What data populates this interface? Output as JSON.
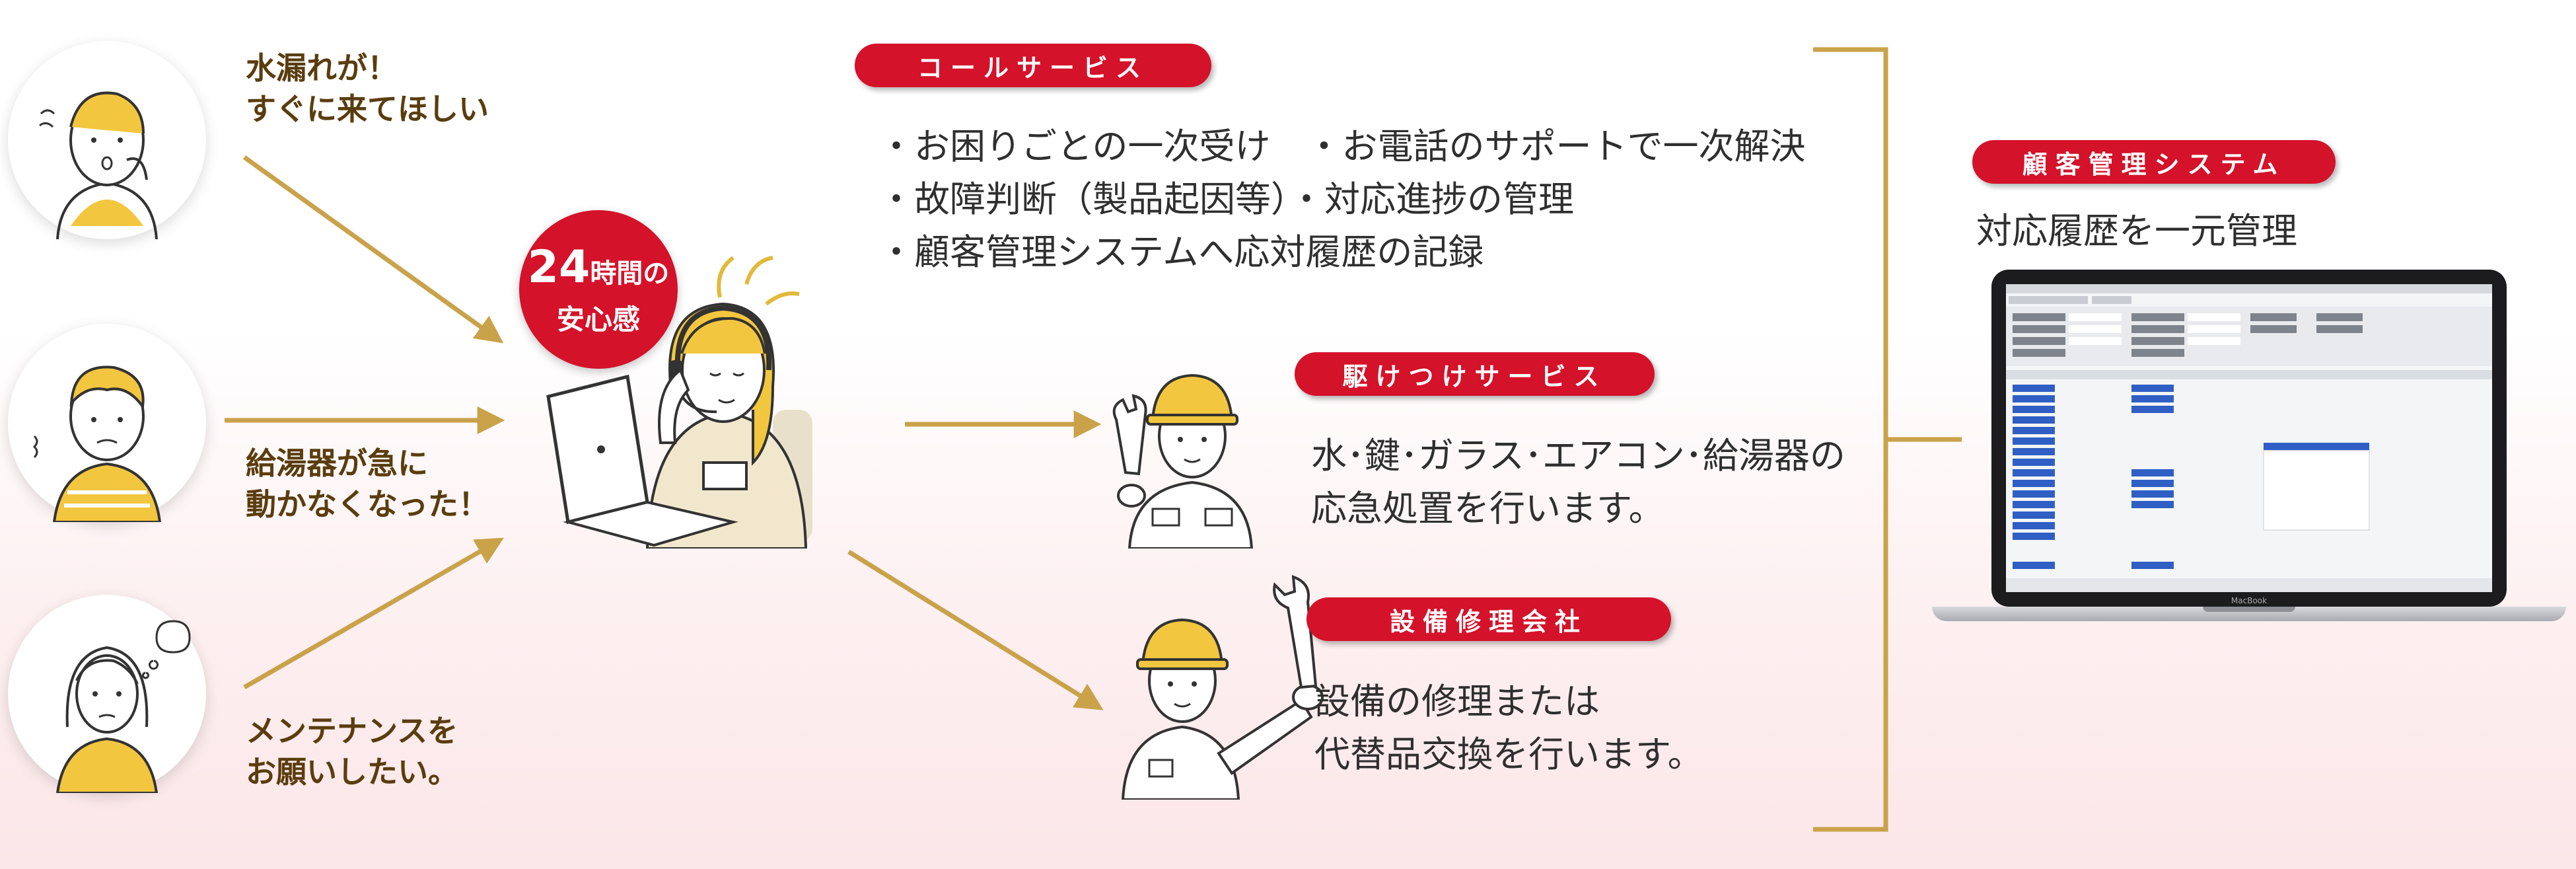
{
  "customers": [
    {
      "line1": "水漏れが！",
      "line2": "すぐに来てほしい"
    },
    {
      "line1": "給湯器が急に",
      "line2": "動かなくなった！"
    },
    {
      "line1": "メンテナンスを",
      "line2": "お願いしたい。"
    }
  ],
  "badge": {
    "hours": "24",
    "hours_suffix": "時間の",
    "line2": "安心感"
  },
  "call_service": {
    "label": "コールサービス",
    "items": [
      "・お困りごとの一次受け　・お電話のサポートで一次解決",
      "・故障判断（製品起因等）・対応進捗の管理",
      "・顧客管理システムへ応対履歴の記録"
    ]
  },
  "dispatch_service": {
    "label": "駆けつけサービス",
    "line1": "水･鍵･ガラス･エアコン･給湯器の",
    "line2": "応急処置を行います。"
  },
  "repair_company": {
    "label": "設備修理会社",
    "line1": "設備の修理または",
    "line2": "代替品交換を行います。"
  },
  "crm": {
    "label": "顧客管理システム",
    "desc": "対応履歴を一元管理",
    "laptop_brand": "MacBook"
  },
  "colors": {
    "accent_red": "#d4122a",
    "arrow_gold": "#c9a24a",
    "text_brown": "#5a3d0e"
  }
}
